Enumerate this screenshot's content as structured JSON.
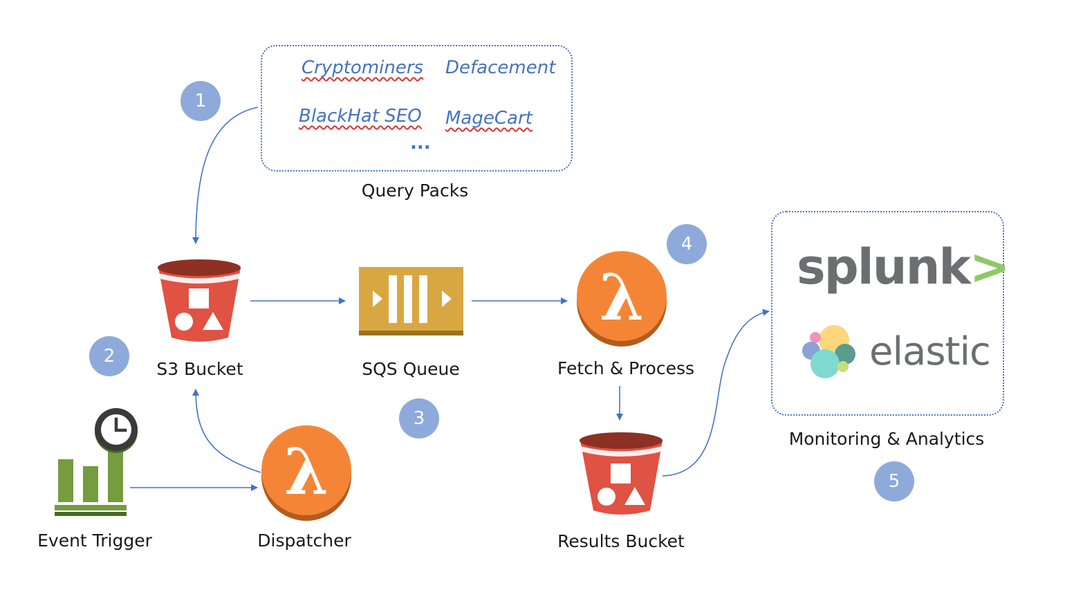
{
  "query_packs": {
    "items": [
      "Cryptominers",
      "Defacement",
      "BlackHat SEO",
      "MageCart"
    ],
    "more": "...",
    "label": "Query Packs"
  },
  "nodes": {
    "s3_bucket": "S3 Bucket",
    "sqs_queue": "SQS Queue",
    "fetch_process": "Fetch & Process",
    "results_bucket": "Results Bucket",
    "event_trigger": "Event Trigger",
    "dispatcher": "Dispatcher",
    "monitoring": "Monitoring & Analytics"
  },
  "badges": [
    "1",
    "2",
    "3",
    "4",
    "5"
  ],
  "logos": {
    "splunk_text": "splunk",
    "splunk_mark": ">",
    "elastic_text": "elastic"
  },
  "colors": {
    "badge": "#8eaadb",
    "arrow": "#4472c4",
    "s3_red": "#e05243",
    "s3_dark": "#8c3123",
    "sqs_gold": "#d9a741",
    "lambda_orange": "#f58536",
    "trigger_green": "#759c3e"
  }
}
